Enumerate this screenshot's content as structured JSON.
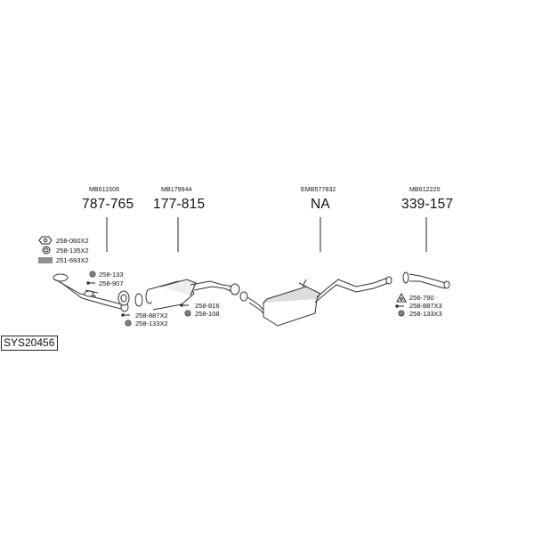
{
  "diagram_id": "SYS20456",
  "parts": [
    {
      "oem": "MB611506",
      "part_no": "787-765"
    },
    {
      "oem": "MB179944",
      "part_no": "177-815"
    },
    {
      "oem": "EMB577832",
      "part_no": "NA"
    },
    {
      "oem": "MB612220",
      "part_no": "339-157"
    }
  ],
  "hardware": {
    "front_top": [
      "258-060X2",
      "258-135X2",
      "251-693X2"
    ],
    "front_joint": [
      "258-133",
      "258-907"
    ],
    "center_left": [
      "258-887X2",
      "258-133X2"
    ],
    "center_mid": [
      "258-816",
      "258-108"
    ],
    "rear": [
      "256-790",
      "258-887X3",
      "258-133X3"
    ]
  },
  "icons": [
    "nut-icon",
    "gasket-ring-icon",
    "spring-icon",
    "bolt-icon",
    "triangle-gasket-icon"
  ]
}
